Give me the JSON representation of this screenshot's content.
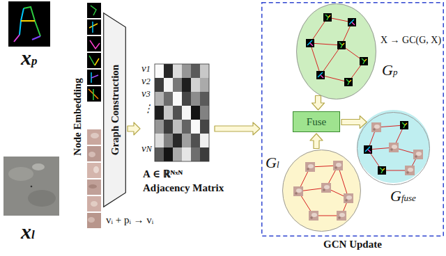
{
  "diagram": {
    "nodes": [
      {
        "text": [
          "Graph Construction"
        ]
      },
      {
        "text": [
          "A ∈ ℝᴺˣᴺ",
          "Adjacency Matrix"
        ]
      },
      {
        "text": [
          "GCN Update"
        ]
      },
      {
        "text": [
          "Gp"
        ],
        "in": 2
      },
      {
        "text": [
          "Fuse"
        ],
        "in": 2
      },
      {
        "text": [
          "Gl"
        ],
        "in": 2
      },
      {
        "text": [
          "Gfuse"
        ],
        "in": 2
      }
    ],
    "edges": [
      {
        "from": 0,
        "to": 1,
        "arrow": "to"
      },
      {
        "from": 1,
        "to": 2,
        "arrow": "to"
      },
      {
        "from": 3,
        "to": 4,
        "arrow": "to"
      },
      {
        "from": 5,
        "to": 4,
        "arrow": "to"
      },
      {
        "from": 4,
        "to": 6,
        "arrow": "to"
      }
    ],
    "labels": [
      "xp",
      "Node Embedding",
      "v1",
      "v2",
      "v3",
      "⋮",
      "vN",
      "vᵢ + pᵢ → vᵢ",
      "X → GC(G, X)",
      "xl"
    ]
  }
}
